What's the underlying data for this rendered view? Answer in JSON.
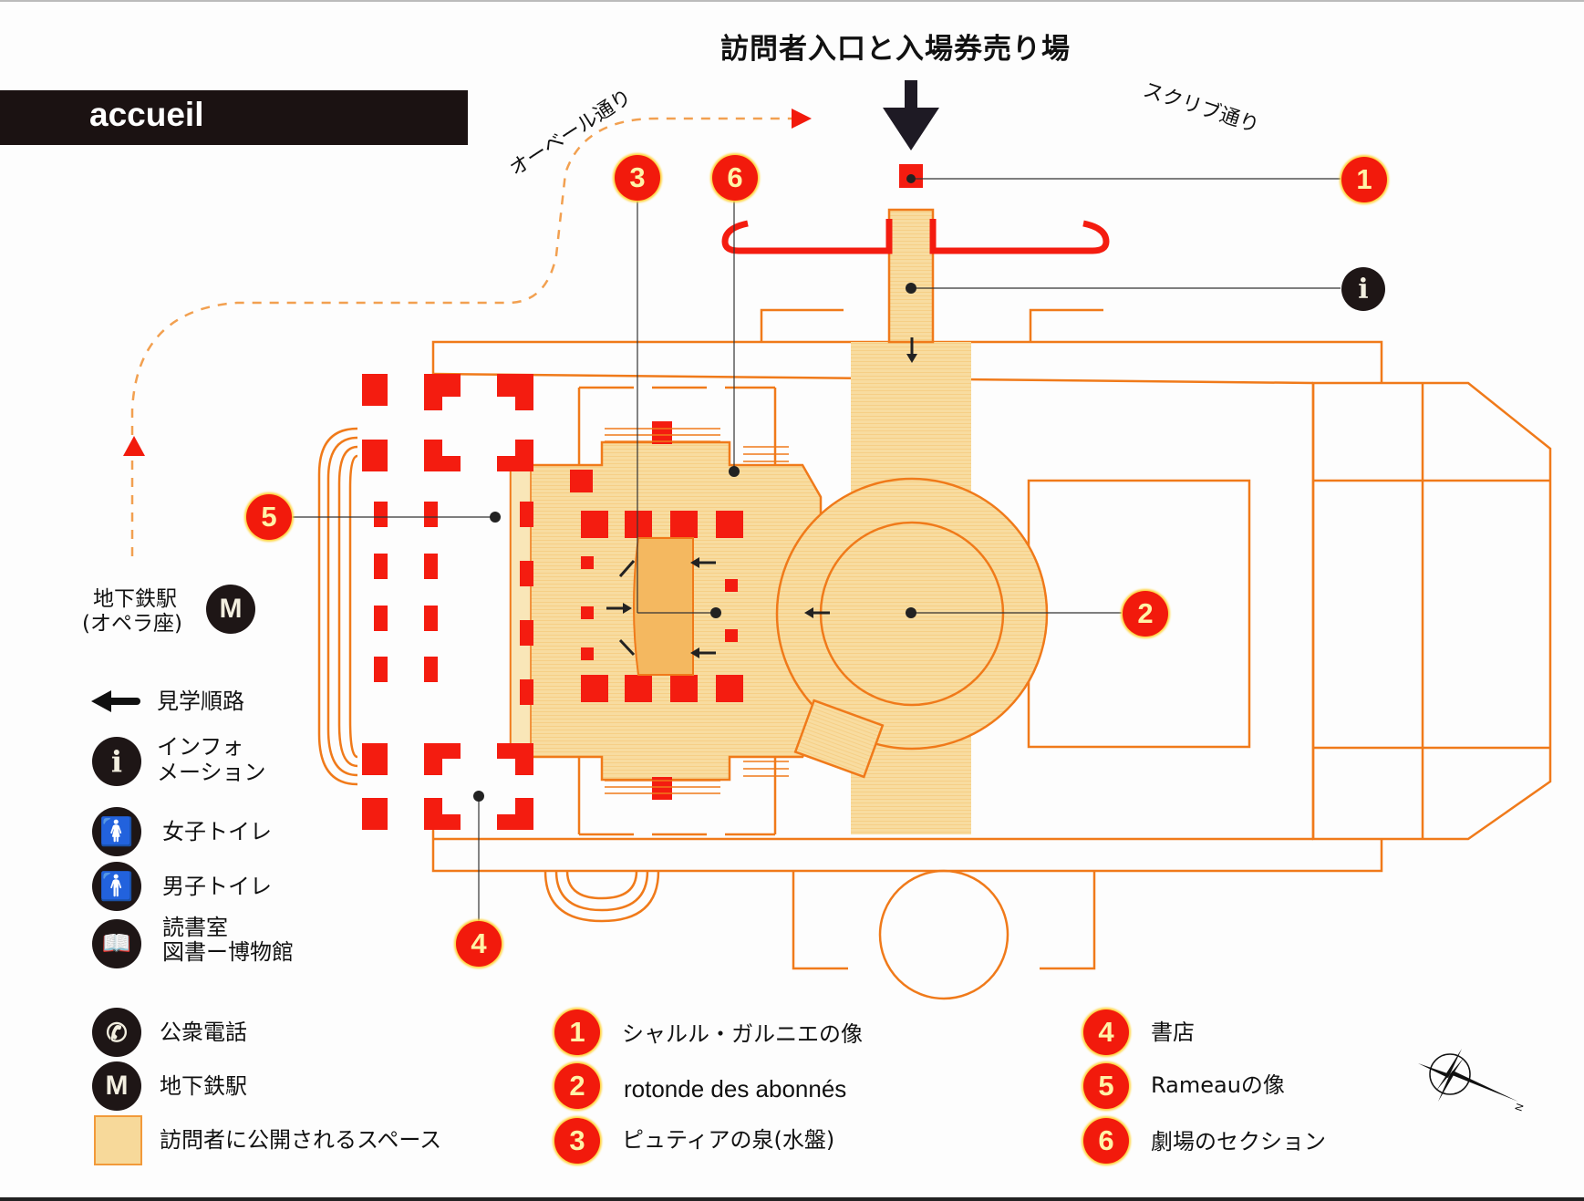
{
  "header": {
    "title": "accueil"
  },
  "entrance": {
    "title": "訪問者入口と入場券売り場"
  },
  "streets": {
    "auber": "オーベール通り",
    "scribe": "スクリブ通り"
  },
  "map_markers": [
    {
      "number": "1",
      "ref": "charles-garnier-statue"
    },
    {
      "number": "2",
      "ref": "rotonde-des-abonnes"
    },
    {
      "number": "3",
      "ref": "pythia-fountain"
    },
    {
      "number": "4",
      "ref": "bookshop"
    },
    {
      "number": "5",
      "ref": "rameau-statue"
    },
    {
      "number": "6",
      "ref": "theatre-section"
    }
  ],
  "map_icons": {
    "info": "i",
    "metro": "M",
    "metro_label": [
      "地下鉄駅",
      "(オペラ座)"
    ]
  },
  "legend_symbols": [
    {
      "icon": "arrow-left-icon",
      "label": "見学順路"
    },
    {
      "icon": "info-icon",
      "label_lines": [
        "インフォ",
        "メーション"
      ]
    },
    {
      "icon": "womens-toilet-icon",
      "label": "女子トイレ"
    },
    {
      "icon": "mens-toilet-icon",
      "label": "男子トイレ"
    },
    {
      "icon": "book-icon",
      "label_lines": [
        "読書室",
        "図書ー博物館"
      ]
    },
    {
      "icon": "phone-icon",
      "label": "公衆電話"
    },
    {
      "icon": "metro-icon",
      "glyph": "M",
      "label": "地下鉄駅"
    },
    {
      "icon": "public-space-swatch",
      "label": "訪問者に公開されるスペース"
    }
  ],
  "legend_markers": [
    {
      "number": "1",
      "label": "シャルル・ガルニエの像"
    },
    {
      "number": "2",
      "label": "rotonde des abonnés"
    },
    {
      "number": "3",
      "label": "ピュティアの泉(水盤)"
    },
    {
      "number": "4",
      "label": "書店"
    },
    {
      "number": "5",
      "label": "Rameauの像"
    },
    {
      "number": "6",
      "label": "劇場のセクション"
    }
  ],
  "compass": {
    "north_label": "N"
  },
  "colors": {
    "marker_red": "#f21a0c",
    "outline_orange": "#f07a1a",
    "public_space": "#f7d99a",
    "pillar_red": "#f41c10",
    "icon_dark": "#1e1616"
  }
}
